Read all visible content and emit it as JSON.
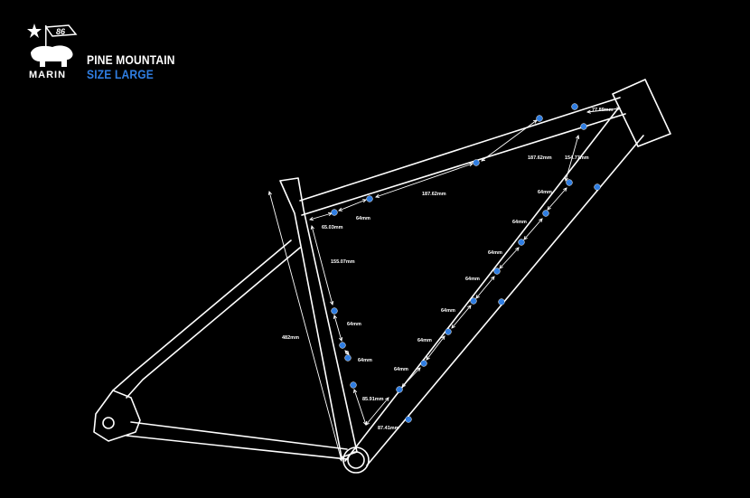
{
  "brand": {
    "logo_text": "MARIN",
    "logo_year": "86"
  },
  "model_name": "PINE MOUNTAIN",
  "size_label": "SIZE LARGE",
  "colors": {
    "background": "#000000",
    "line": "#ffffff",
    "dot": "#2f7de1",
    "accent_text": "#2f7de1"
  },
  "measurements": {
    "top_tube": [
      "65.03mm",
      "64mm",
      "187.62mm",
      "187.62mm",
      "77.89mm"
    ],
    "down_tube": [
      "154.77mm",
      "64mm",
      "64mm",
      "64mm",
      "64mm",
      "64mm",
      "64mm",
      "64mm",
      "87.41mm"
    ],
    "seat_tube": [
      "155.07mm",
      "64mm",
      "64mm",
      "85.91mm"
    ],
    "seat_tube_length": "482mm"
  }
}
